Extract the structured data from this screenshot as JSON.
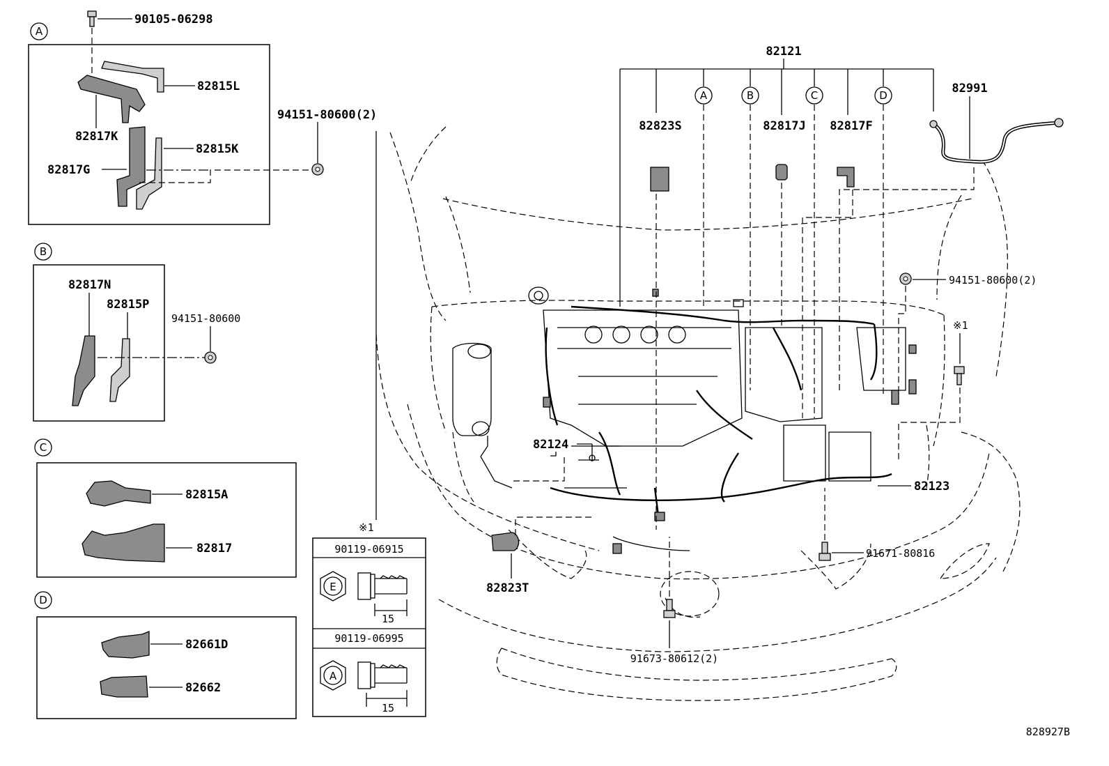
{
  "inset_circles": {
    "a": "A",
    "b": "B",
    "c": "C",
    "d": "D"
  },
  "inset_a": {
    "bolt": "90105-06298",
    "bracket_l": "82815L",
    "clamp_k": "82817K",
    "bracket_k": "82815K",
    "clamp_g": "82817G",
    "nut": "94151-80600(2)"
  },
  "inset_b": {
    "clamp_n": "82817N",
    "bracket_p": "82815P",
    "nut": "94151-80600"
  },
  "inset_c": {
    "bracket_a": "82815A",
    "clamp": "82817"
  },
  "inset_d": {
    "protector_d": "82661D",
    "protector": "82662"
  },
  "fastener_box": {
    "note": "※1",
    "bolt_1": "90119-06915",
    "mark_1": "E",
    "length_1": "15",
    "bolt_2": "90119-06995",
    "mark_2": "A",
    "length_2": "15"
  },
  "main": {
    "harness": "82121",
    "cable": "82991",
    "connector_s": "82823S",
    "clamp_j": "82817J",
    "clamp_f": "82817F",
    "nut_right": "94151-80600(2)",
    "note_right": "※1",
    "wire_82124": "82124",
    "wire_82123": "82123",
    "connector_t": "82823T",
    "bolt_91671": "91671-80816",
    "bolt_91673": "91673-80612(2)"
  },
  "illustration_id": "828927B"
}
